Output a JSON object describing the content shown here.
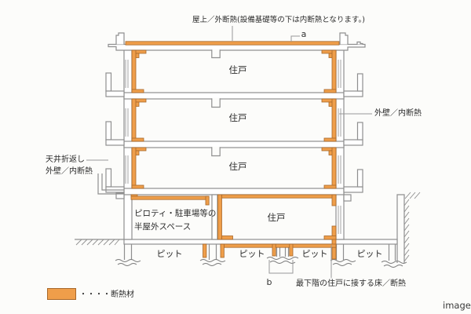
{
  "diagram": {
    "colors": {
      "insulation_fill": "#EF9E4A",
      "insulation_border": "#A8682A",
      "structure_gray": "#8f8f8f"
    },
    "roof_note": "屋上／外断熱(設備基礎等の下は内断熱となります。)",
    "marker_a": "a",
    "marker_b": "b",
    "right_wall_label": "外壁／内断熱",
    "left_label_line1": "天井折返し",
    "left_label_line2": "外壁／内断熱",
    "units": [
      "住戸",
      "住戸",
      "住戸",
      "住戸"
    ],
    "piloti_line1": "ピロティ・駐車場等の",
    "piloti_line2": "半屋外スペース",
    "pits": [
      "ピット",
      "ピット",
      "ピット",
      "ピット"
    ],
    "bottom_floor_label": "最下階の住戸に接する床／断熱",
    "legend_label": "・・・・断熱材",
    "watermark": "image"
  }
}
